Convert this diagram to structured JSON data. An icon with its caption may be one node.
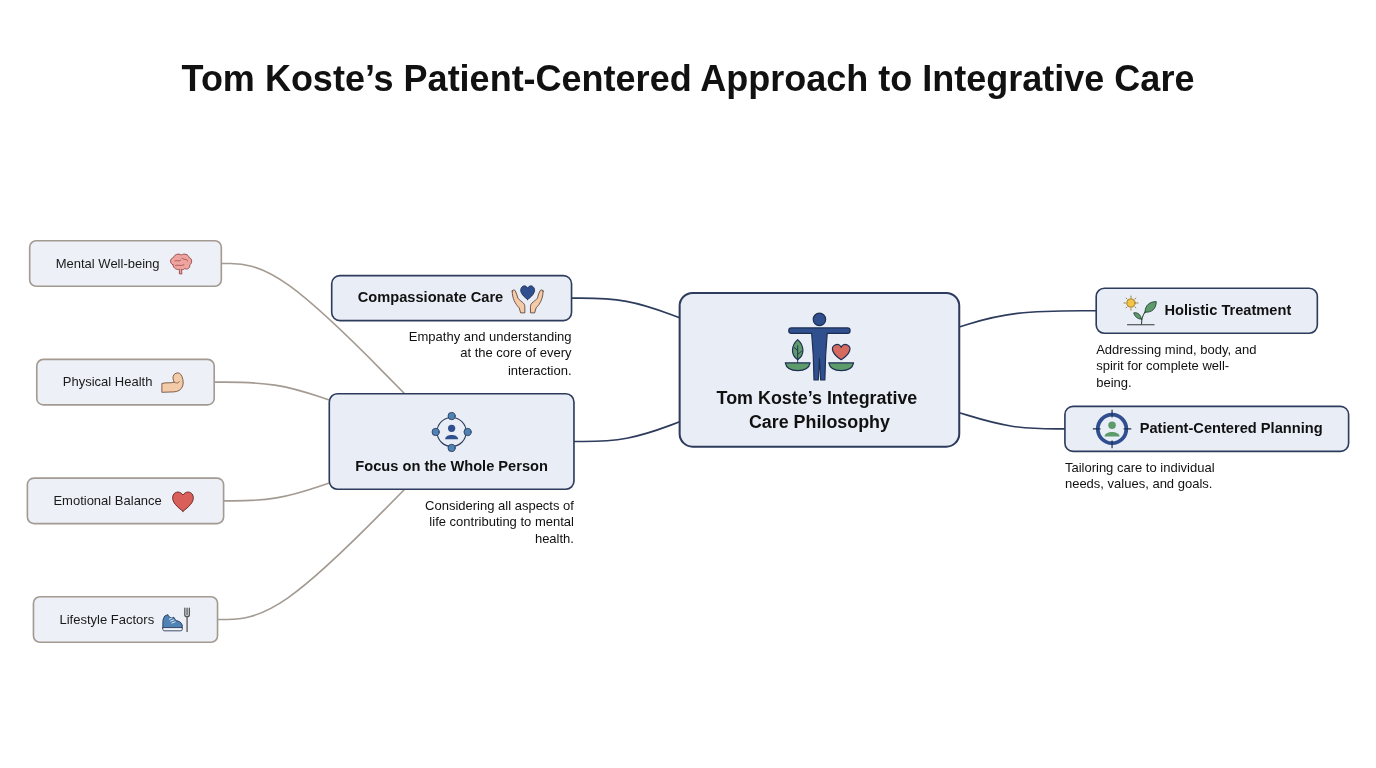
{
  "diagram": {
    "title": "Tom Koste’s Patient-Centered Approach to Integrative Care",
    "nodes": [
      {
        "text": [
          "Compassionate Care"
        ],
        "beside": [
          "Empathy and understanding at the core of every interaction."
        ]
      },
      {
        "text": [
          "Holistic Treatment"
        ],
        "beside": [
          "Addressing mind, body, and spirit for complete well-being."
        ]
      },
      {
        "text": [
          "Tom Koste’s Integrative Care Philosophy"
        ]
      },
      {
        "text": [
          "Focus on the Whole Person"
        ],
        "beside": [
          "Considering all aspects of life contributing to mental health."
        ]
      },
      {
        "text": [
          "Patient-Centered Planning"
        ],
        "beside": [
          "Tailoring care to individual needs, values, and goals."
        ]
      },
      {
        "text": [
          "Mental Well-being"
        ]
      },
      {
        "text": [
          "Physical Health"
        ]
      },
      {
        "text": [
          "Emotional Balance"
        ]
      },
      {
        "text": [
          "Lifestyle Factors"
        ]
      }
    ],
    "edges": [
      {
        "from": 0,
        "to": 2,
        "arrow": "none"
      },
      {
        "from": 2,
        "to": 1,
        "arrow": "none"
      },
      {
        "from": 3,
        "to": 2,
        "arrow": "none"
      },
      {
        "from": 2,
        "to": 4,
        "arrow": "none"
      },
      {
        "from": 5,
        "to": 3,
        "arrow": "none",
        "color": "#a39a92"
      },
      {
        "from": 6,
        "to": 3,
        "arrow": "none",
        "color": "#a39a92"
      },
      {
        "from": 7,
        "to": 3,
        "arrow": "none",
        "color": "#a39a92"
      },
      {
        "from": 8,
        "to": 3,
        "arrow": "none",
        "color": "#a39a92"
      }
    ]
  }
}
